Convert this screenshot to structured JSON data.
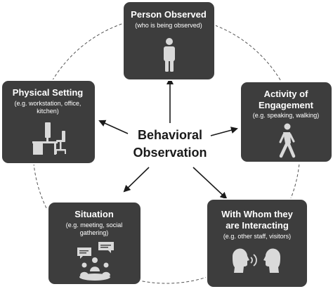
{
  "colors": {
    "node_fill": "#3d3d3d",
    "node_stroke": "#ffffff",
    "text_light": "#ffffff",
    "icon_fill": "#d9d9d9",
    "center_text": "#1a1a1a",
    "arrow": "#1a1a1a",
    "ring": "#555555"
  },
  "center": {
    "line1": "Behavioral",
    "line2": "Observation"
  },
  "nodes": {
    "person": {
      "title_lines": [
        "Person Observed"
      ],
      "sub_lines": [
        "(who is being observed)"
      ],
      "icon": "person-standing-icon"
    },
    "activity": {
      "title_lines": [
        "Activity of",
        "Engagement"
      ],
      "sub_lines": [
        "(e.g. speaking, walking)"
      ],
      "icon": "person-walking-icon"
    },
    "whom": {
      "title_lines": [
        "With Whom they",
        "are Interacting"
      ],
      "sub_lines": [
        "(e.g. other staff, visitors)"
      ],
      "icon": "talking-heads-icon"
    },
    "situation": {
      "title_lines": [
        "Situation"
      ],
      "sub_lines": [
        "(e.g. meeting, social",
        "gathering)"
      ],
      "icon": "meeting-icon"
    },
    "setting": {
      "title_lines": [
        "Physical Setting"
      ],
      "sub_lines": [
        "(e.g. workstation, office,",
        "kitchen)"
      ],
      "icon": "workstation-icon"
    }
  }
}
